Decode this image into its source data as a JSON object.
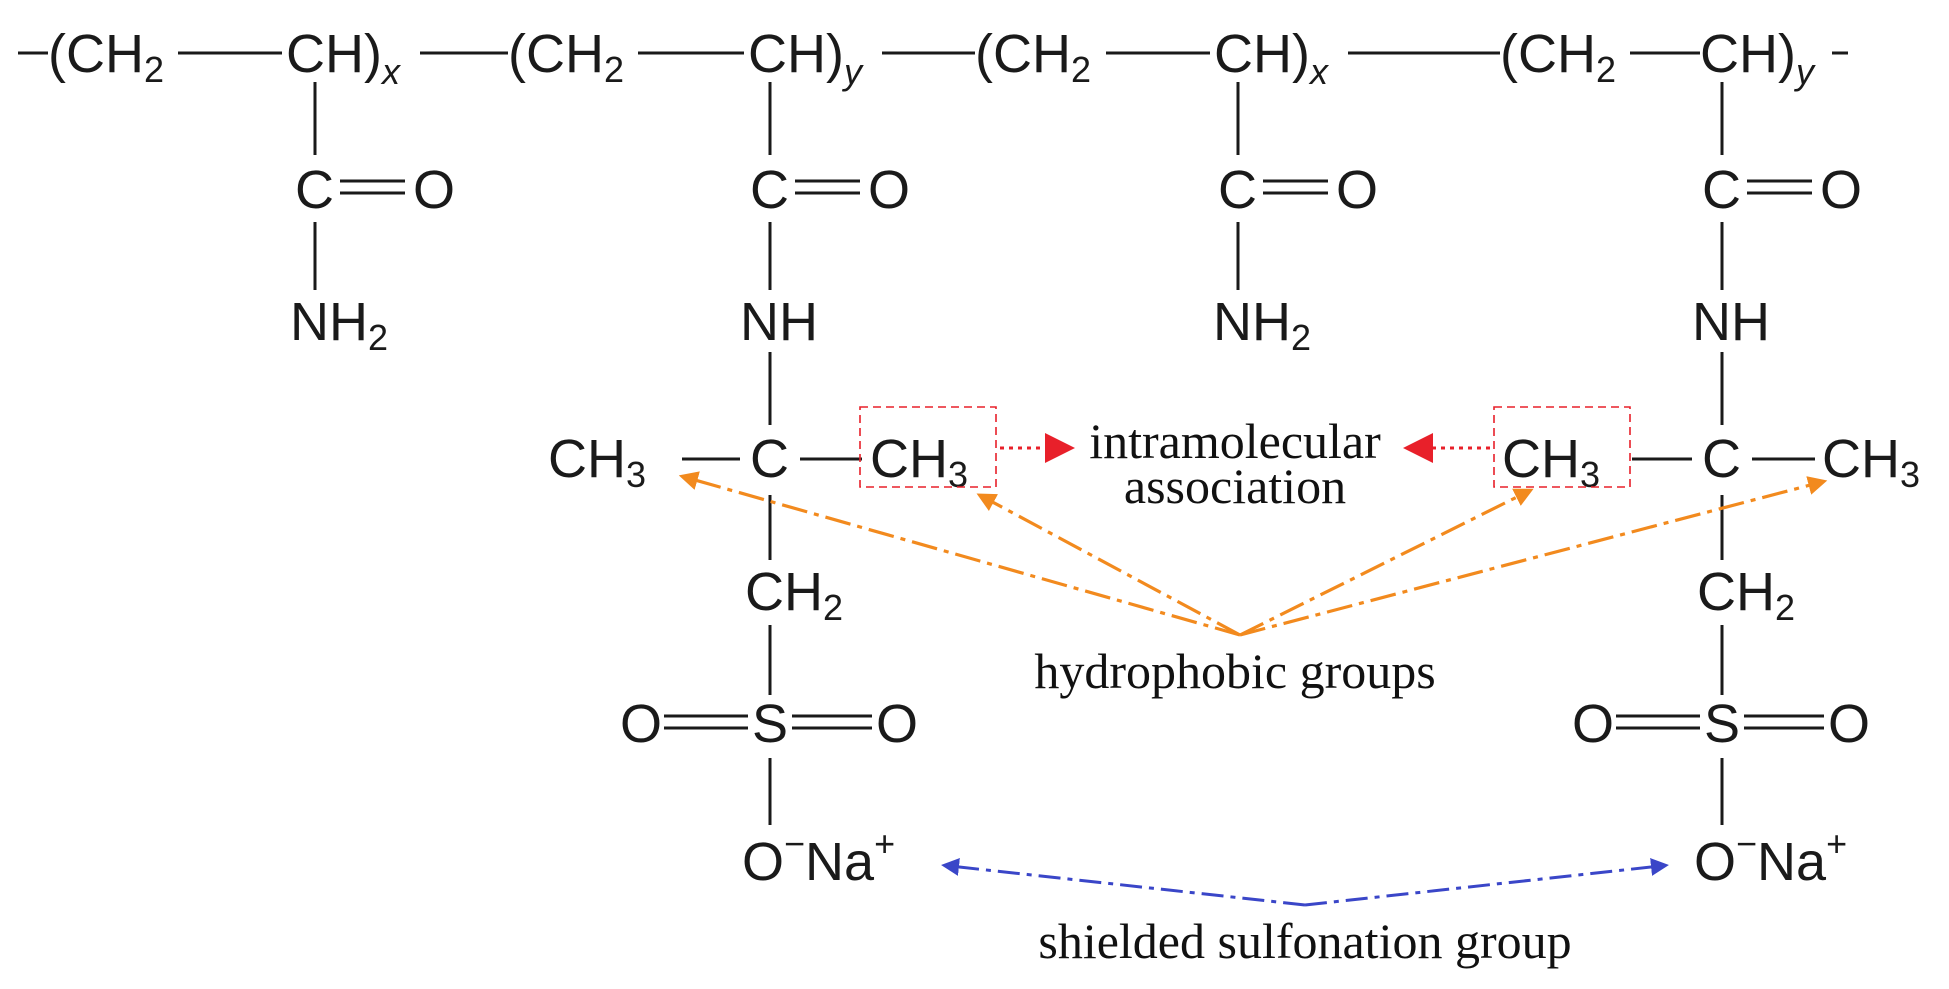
{
  "backbone": {
    "repeat_units": [
      {
        "group": "(CH",
        "sub": "2",
        "branch": "CH)",
        "index": "x"
      },
      {
        "group": "(CH",
        "sub": "2",
        "branch": "CH)",
        "index": "y"
      },
      {
        "group": "(CH",
        "sub": "2",
        "branch": "CH)",
        "index": "x"
      },
      {
        "group": "(CH",
        "sub": "2",
        "branch": "CH)",
        "index": "y"
      }
    ]
  },
  "amide": {
    "carbon": "C",
    "oxygen": "O",
    "amine": "NH",
    "amine_sub": "2"
  },
  "amps": {
    "carbon": "C",
    "oxygen": "O",
    "imine": "NH",
    "quaternary_carbon": "C",
    "methyl": "CH",
    "methyl_sub": "3",
    "methylene": "CH",
    "methylene_sub": "2",
    "sulfur": "S",
    "sulfonate_o": "O",
    "sulfonate_minus": "−",
    "sodium": "Na",
    "sodium_plus": "+"
  },
  "annotations": {
    "intramolecular_line1": "intramolecular",
    "intramolecular_line2": "association",
    "hydrophobic": "hydrophobic groups",
    "shielded": "shielded sulfonation group"
  },
  "colors": {
    "ink": "#1a1a1a",
    "association_arrow": "#e8202a",
    "hydrophobic_arrow": "#f28a1e",
    "shielded_arrow": "#3a46c8",
    "highlight_box": "#e8202a"
  }
}
